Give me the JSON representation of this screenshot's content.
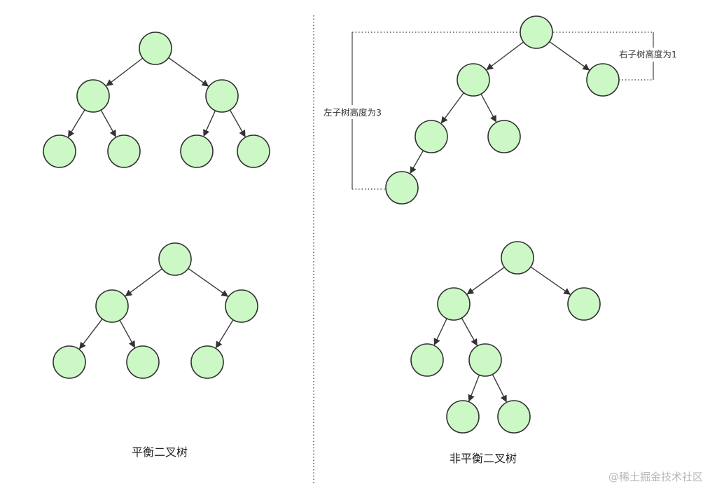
{
  "colors": {
    "node_fill": "#ccf8c6",
    "node_stroke": "#333333",
    "edge": "#3a3a3a",
    "watermark": "#b8b8b8"
  },
  "captions": {
    "balanced": "平衡二叉树",
    "unbalanced": "非平衡二叉树"
  },
  "annotations": {
    "left_height": "左子树高度为3",
    "right_height": "右子树高度为1"
  },
  "watermark": "@稀土掘金技术社区"
}
